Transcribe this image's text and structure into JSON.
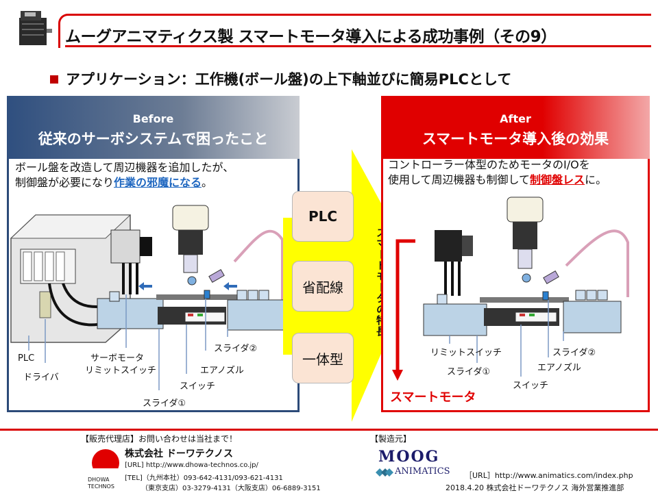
{
  "header": {
    "title": "ムーグアニマティクス製 スマートモータ導入による成功事例（その9）",
    "subtitle": "アプリケーション：工作機(ボール盤)の上下軸並びに簡易PLCとして"
  },
  "before": {
    "heading_en": "Before",
    "heading_ja": "従来のサーボシステムで困ったこと",
    "desc_line1": "ボール盤を改造して周辺機器を追加したが、",
    "desc_line2_pre": "制御盤が必要になり",
    "desc_line2_em": "作業の邪魔になる",
    "desc_line2_post": "。",
    "labels": {
      "plc": "PLC",
      "driver": "ドライバ",
      "servo_motor": "サーボモータ",
      "limit_switch": "リミットスイッチ",
      "switch": "スイッチ",
      "slider1": "スライダ①",
      "slider2": "スライダ②",
      "air_nozzle": "エアノズル"
    }
  },
  "middle": {
    "feature_plc": "PLC",
    "feature_wiring": "省配線",
    "feature_integrated": "一体型",
    "vertical_label": "スマートモータの特長"
  },
  "after": {
    "heading_en": "After",
    "heading_ja": "スマートモータ導入後の効果",
    "desc_line1": "コントローラー体型のためモータのI/Oを",
    "desc_line2_pre": "使用して周辺機器も制御して",
    "desc_line2_em": "制御盤レス",
    "desc_line2_post": "に。",
    "labels": {
      "limit_switch": "リミットスイッチ",
      "slider1": "スライダ①",
      "slider2": "スライダ②",
      "air_nozzle": "エアノズル",
      "switch": "スイッチ",
      "smart_motor": "スマートモータ"
    }
  },
  "footer": {
    "dealer_heading": "【販売代理店】お問い合わせは当社まで！",
    "company": "株式会社 ドーワテクノス",
    "logo_text_1": "DHOWA",
    "logo_text_2": "TECHNOS",
    "url": "[URL] http://www.dhowa-technos.co.jp/",
    "tel1": "[TEL]（九州本社）093-642-4131/093-621-4131",
    "tel2": "（東京支店）03-3279-4131（大阪支店）06-6889-3151",
    "maker_heading": "【製造元】",
    "moog": "MOOG",
    "animatics": "ANIMATICS",
    "maker_url": "［URL］http://www.animatics.com/index.php",
    "date_line": "2018.4.20 株式会社ドーワテクノス 海外営業推進部"
  },
  "colors": {
    "accent_red": "#e00000",
    "before_blue": "#2c4a78",
    "highlight_blue": "#1f67c0",
    "feature_bg": "#fbe4d4",
    "arrow_yellow": "#ffff00"
  }
}
